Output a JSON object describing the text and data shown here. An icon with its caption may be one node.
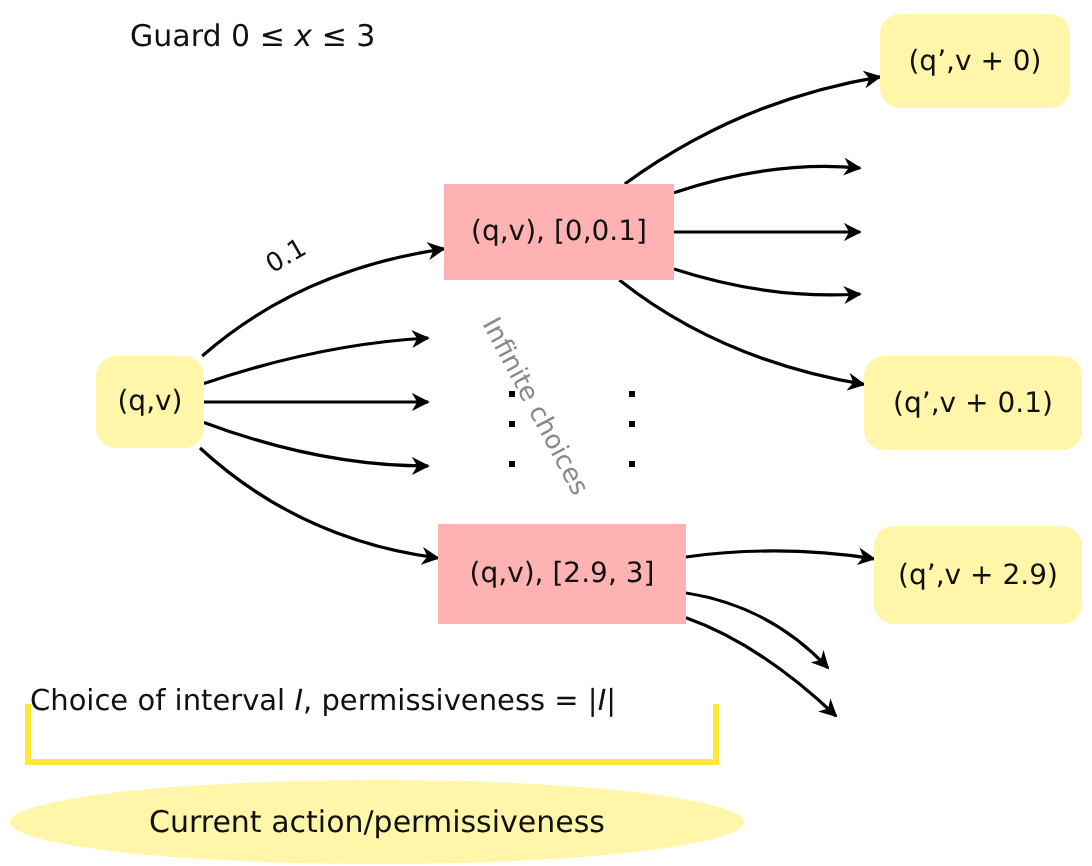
{
  "diagram": {
    "nodes": [
      {
        "text": [
          "(q,v)"
        ]
      },
      {
        "text": [
          "(q,v), [0,0.1]"
        ]
      },
      {
        "text": [
          "(q,v), [2.9, 3]"
        ]
      },
      {
        "text": [
          "(q’,v + 0)"
        ]
      },
      {
        "text": [
          "(q’,v + 0.1)"
        ]
      },
      {
        "text": [
          "(q’,v + 2.9)"
        ]
      },
      {
        "text": [
          "Current action/permissiveness"
        ]
      }
    ],
    "edges": [
      {
        "from": 0,
        "to": 1,
        "arrow": "to",
        "label": "0.1"
      },
      {
        "from": 0,
        "to": null,
        "arrow": "to"
      },
      {
        "from": 0,
        "to": null,
        "arrow": "to"
      },
      {
        "from": 0,
        "to": null,
        "arrow": "to"
      },
      {
        "from": 0,
        "to": 2,
        "arrow": "to"
      },
      {
        "from": 1,
        "to": 3,
        "arrow": "to"
      },
      {
        "from": 1,
        "to": null,
        "arrow": "to"
      },
      {
        "from": 1,
        "to": null,
        "arrow": "to"
      },
      {
        "from": 1,
        "to": null,
        "arrow": "to"
      },
      {
        "from": 1,
        "to": 4,
        "arrow": "to"
      },
      {
        "from": 2,
        "to": 5,
        "arrow": "to"
      },
      {
        "from": 2,
        "to": null,
        "arrow": "to"
      },
      {
        "from": 2,
        "to": null,
        "arrow": "to"
      }
    ],
    "labels": [
      "Guard 0 ≤ *x* ≤ 3",
      "Infinite choices",
      "Choice of interval *I*, permissiveness = |*I*|"
    ]
  }
}
